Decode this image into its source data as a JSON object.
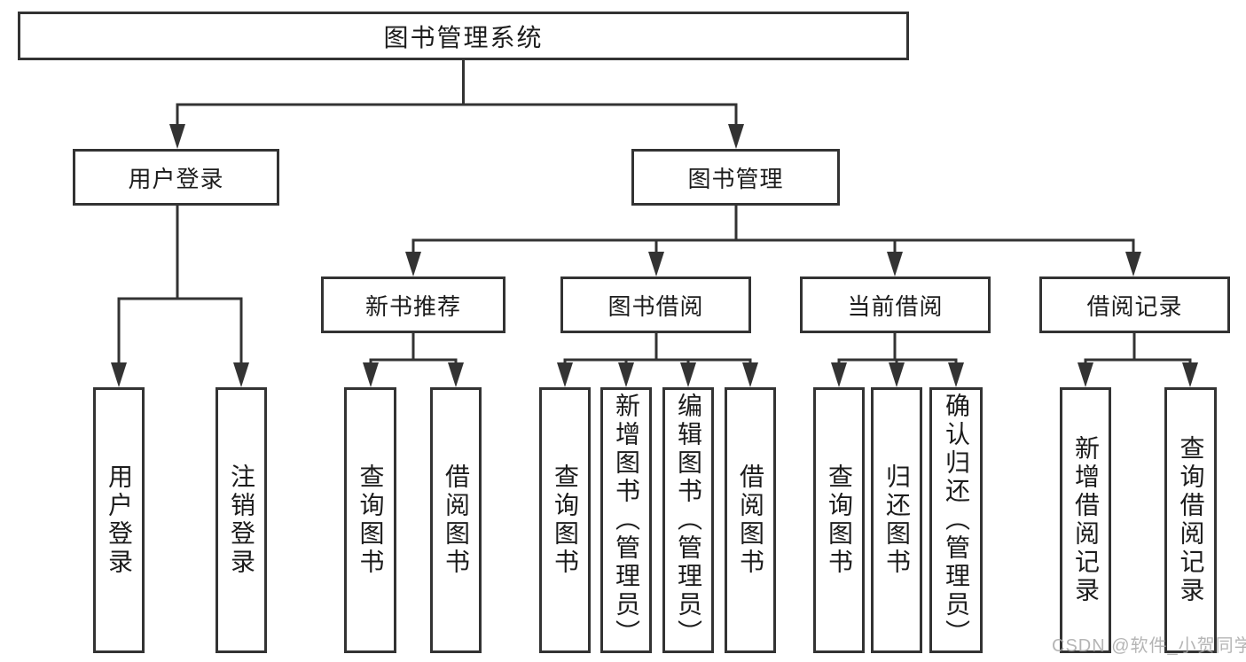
{
  "tree": {
    "root": {
      "label": "图书管理系统"
    },
    "branches": [
      {
        "label": "用户登录",
        "leaves": [
          {
            "label": "用户登录"
          },
          {
            "label": "注销登录"
          }
        ]
      },
      {
        "label": "图书管理",
        "groups": [
          {
            "label": "新书推荐",
            "leaves": [
              {
                "label": "查询图书"
              },
              {
                "label": "借阅图书"
              }
            ]
          },
          {
            "label": "图书借阅",
            "leaves": [
              {
                "label": "查询图书"
              },
              {
                "label": "新增图书（管理员）"
              },
              {
                "label": "编辑图书（管理员）"
              },
              {
                "label": "借阅图书"
              }
            ]
          },
          {
            "label": "当前借阅",
            "leaves": [
              {
                "label": "查询图书"
              },
              {
                "label": "归还图书"
              },
              {
                "label": "确认归还（管理员）"
              }
            ]
          },
          {
            "label": "借阅记录",
            "leaves": [
              {
                "label": "新增借阅记录"
              },
              {
                "label": "查询借阅记录"
              }
            ]
          }
        ]
      }
    ]
  },
  "watermark": {
    "text": "CSDN @软件_小贺同学"
  },
  "colors": {
    "line": "#333333",
    "text": "#1c1c1c",
    "watermark": "#a9a9a9",
    "background": "#ffffff"
  }
}
